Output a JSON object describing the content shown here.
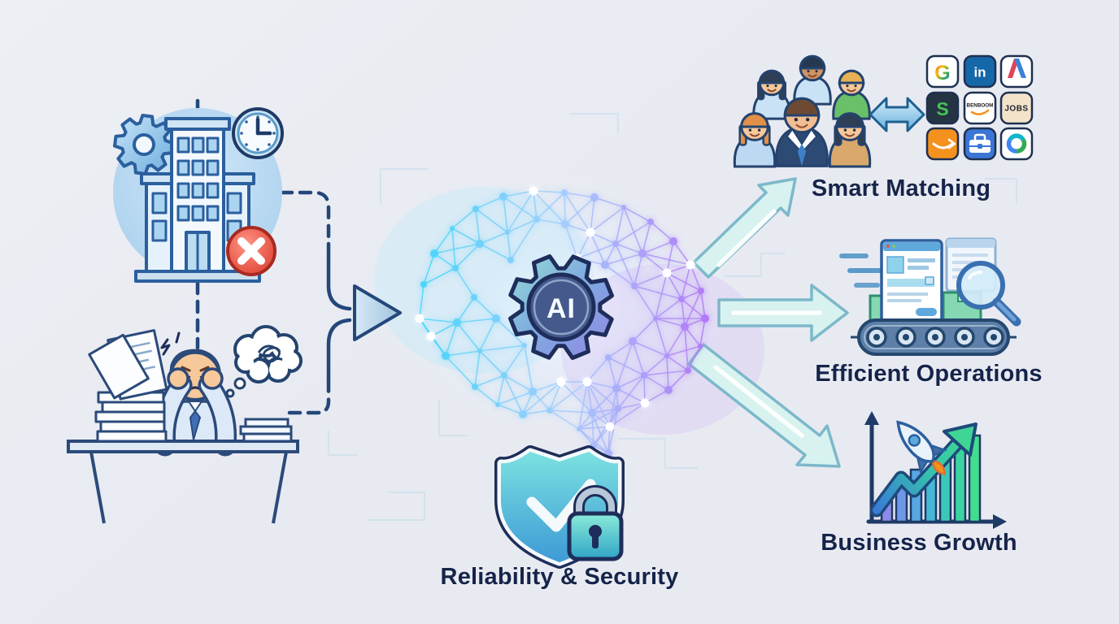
{
  "ai_core": {
    "label": "AI"
  },
  "outcomes": {
    "smart_matching": "Smart Matching",
    "efficient_operations": "Efficient Operations",
    "business_growth": "Business Growth",
    "reliability_security": "Reliability & Security"
  },
  "platform_tiles": {
    "google": "G",
    "linkedin": "in",
    "s_network": "S",
    "benboom": "BENBOOM",
    "jobs": "JOBS"
  },
  "colors": {
    "label_text": "#15244a",
    "mesh_cyan": "#45d4f6",
    "mesh_purple": "#b176f2",
    "fan_arrow_fill": "#d7f2ef",
    "fan_arrow_stroke": "#7cb8ca",
    "alert_red": "#e04838",
    "icon_outline_blue": "#2b5f9e",
    "dark_navy_outline": "#1e2d5a",
    "amazon_orange": "#f5921e",
    "linkedin_blue": "#1568a8",
    "jobs_tile_beige": "#f3e3c9",
    "logo_green": "#46c257",
    "growth_green": "#3fd695",
    "growth_blue": "#3a7bd5"
  }
}
